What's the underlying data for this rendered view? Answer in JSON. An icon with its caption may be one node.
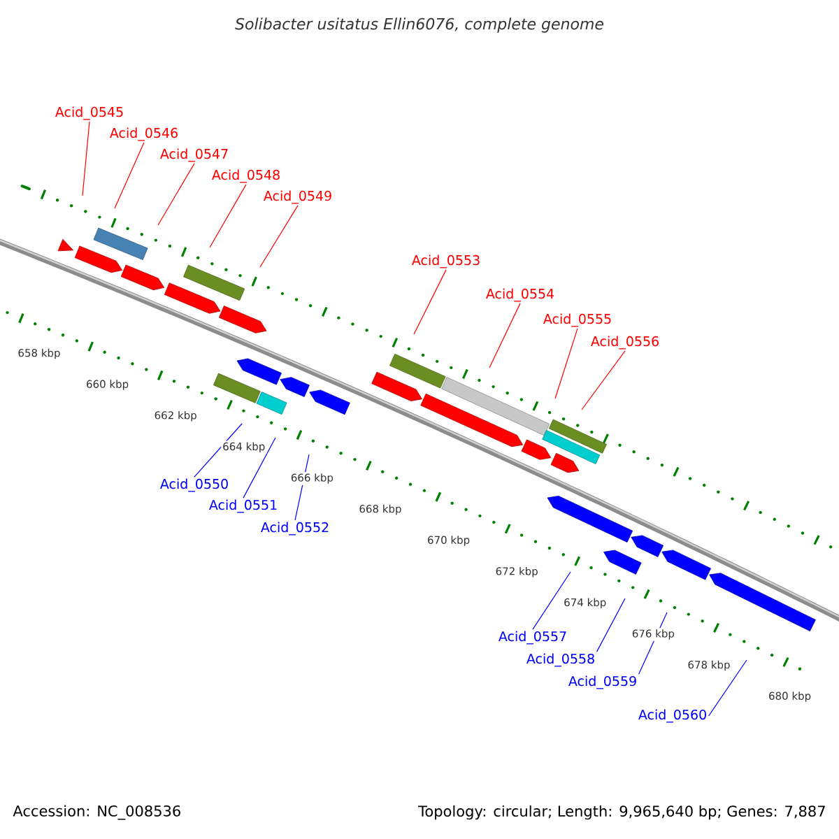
{
  "diagram": {
    "title": "Solibacter usitatus Ellin6076, complete genome",
    "nodes": [
      {
        "text": [
          "Acid_0545"
        ]
      },
      {
        "text": [
          "Acid_0546"
        ]
      },
      {
        "text": [
          "Acid_0547"
        ]
      },
      {
        "text": [
          "Acid_0548"
        ]
      },
      {
        "text": [
          "Acid_0549"
        ]
      },
      {
        "text": [
          "Acid_0553"
        ]
      },
      {
        "text": [
          "Acid_0554"
        ]
      },
      {
        "text": [
          "Acid_0555"
        ]
      },
      {
        "text": [
          "Acid_0556"
        ]
      },
      {
        "text": [
          "Acid_0550"
        ]
      },
      {
        "text": [
          "Acid_0551"
        ]
      },
      {
        "text": [
          "Acid_0552"
        ]
      },
      {
        "text": [
          "Acid_0557"
        ]
      },
      {
        "text": [
          "Acid_0558"
        ]
      },
      {
        "text": [
          "Acid_0559"
        ]
      },
      {
        "text": [
          "Acid_0560"
        ]
      }
    ],
    "edges": [
      {
        "from": 0,
        "to": null,
        "arrow": "none"
      },
      {
        "from": 1,
        "to": null,
        "arrow": "none"
      },
      {
        "from": 2,
        "to": null,
        "arrow": "none"
      },
      {
        "from": 3,
        "to": null,
        "arrow": "none"
      },
      {
        "from": 4,
        "to": null,
        "arrow": "none"
      },
      {
        "from": 5,
        "to": null,
        "arrow": "none"
      },
      {
        "from": 6,
        "to": null,
        "arrow": "none"
      },
      {
        "from": 7,
        "to": null,
        "arrow": "none"
      },
      {
        "from": 8,
        "to": null,
        "arrow": "none"
      },
      {
        "from": 9,
        "to": null,
        "arrow": "none",
        "color": "#0000ff"
      },
      {
        "from": 10,
        "to": null,
        "arrow": "none",
        "color": "#0000ff"
      },
      {
        "from": 11,
        "to": null,
        "arrow": "none",
        "color": "#0000ff"
      },
      {
        "from": 12,
        "to": null,
        "arrow": "none",
        "color": "#0000ff"
      },
      {
        "from": 13,
        "to": null,
        "arrow": "none",
        "color": "#0000ff"
      },
      {
        "from": 14,
        "to": null,
        "arrow": "none",
        "color": "#0000ff"
      },
      {
        "from": 15,
        "to": null,
        "arrow": "none",
        "color": "#0000ff"
      }
    ],
    "labels": [
      "658 kbp",
      "660 kbp",
      "662 kbp",
      "664 kbp",
      "666 kbp",
      "668 kbp",
      "670 kbp",
      "672 kbp",
      "674 kbp",
      "676 kbp",
      "678 kbp",
      "680 kbp",
      "Accession: NC_008536",
      "Topology: circular; Length: 9,965,640 bp; Genes: 7,887"
    ]
  }
}
